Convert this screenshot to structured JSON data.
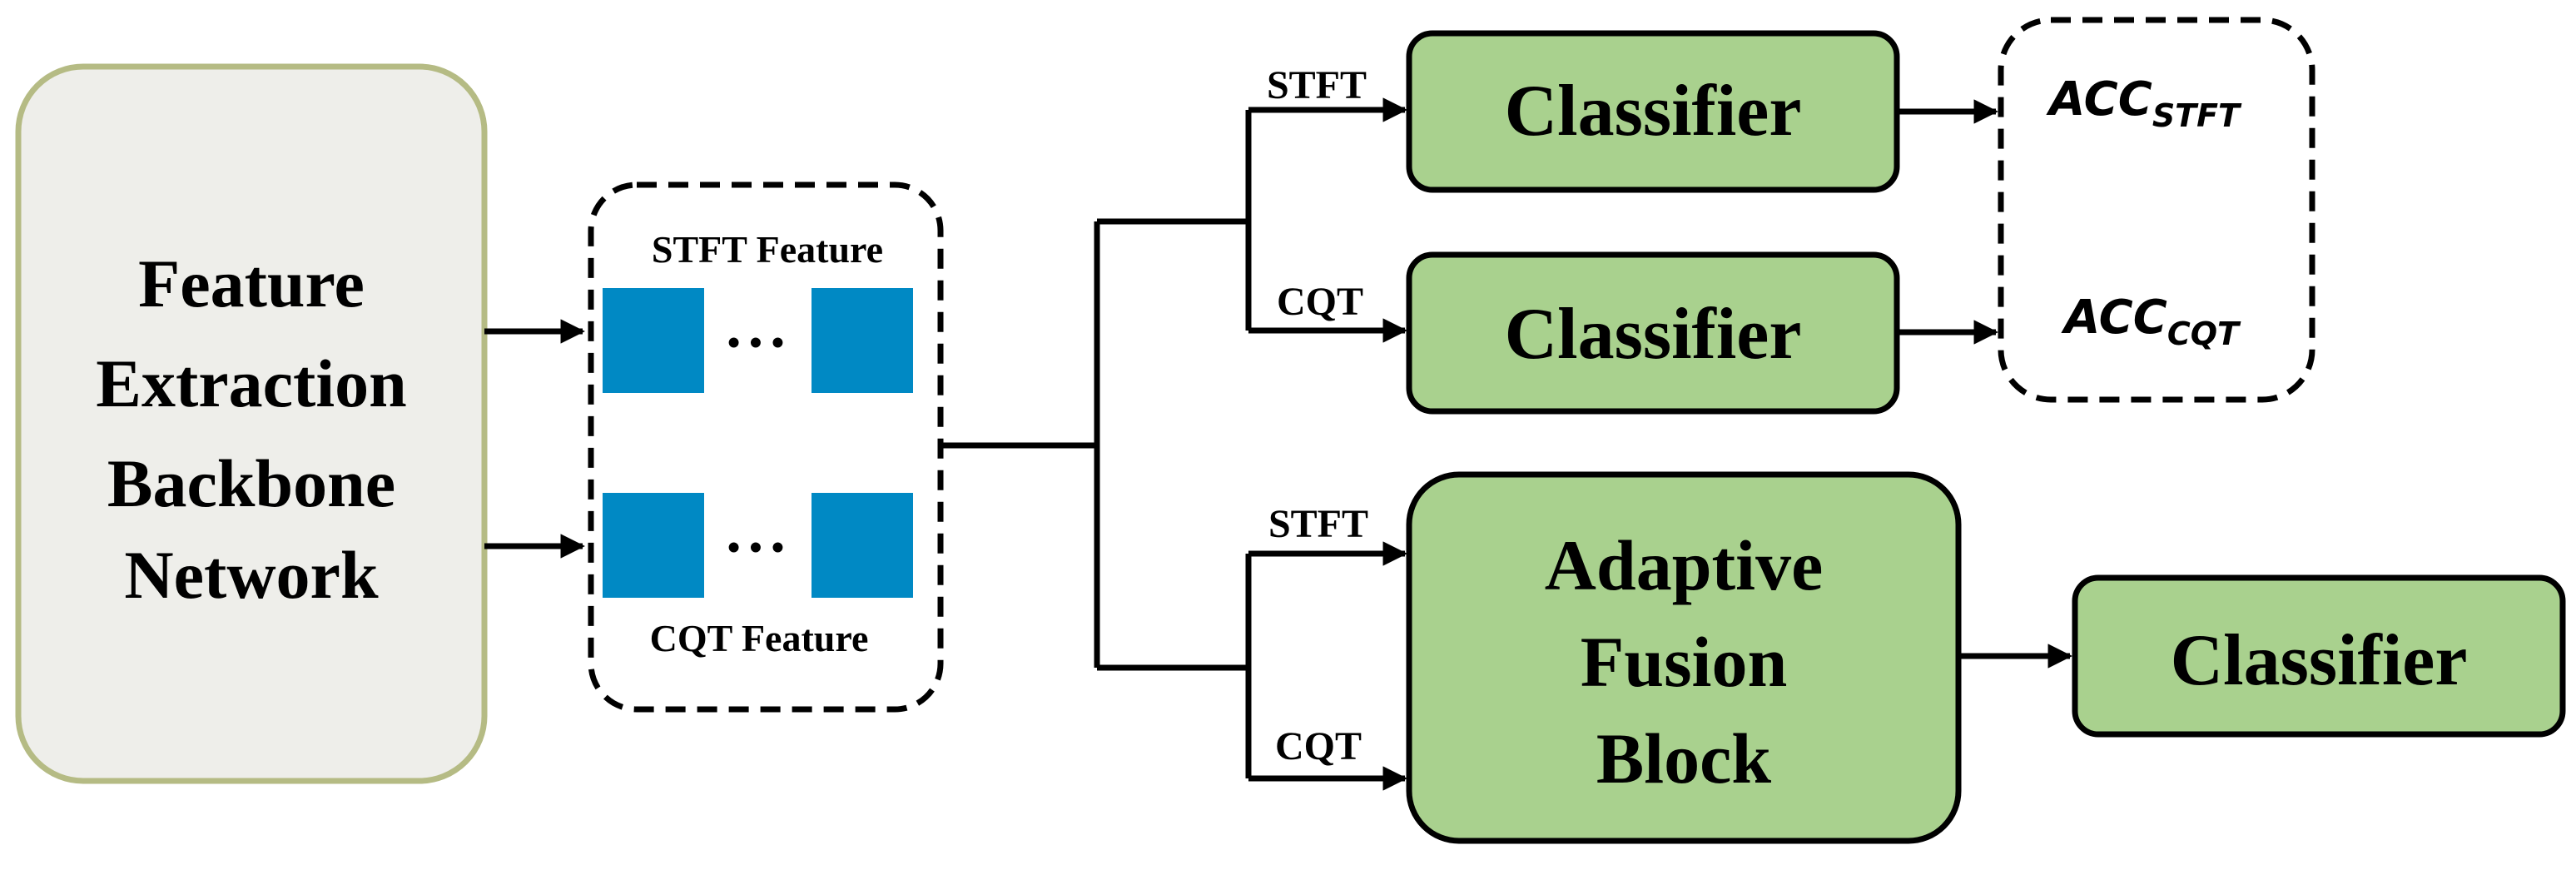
{
  "backbone": {
    "lines": [
      "Feature",
      "Extraction",
      "Backbone",
      "Network"
    ],
    "fill": "#eeeeea",
    "stroke": "#b5bb84"
  },
  "features": {
    "stft_label": "STFT Feature",
    "cqt_label": "CQT Feature",
    "ellipsis": "• • •",
    "block_color": "#0089c4"
  },
  "branches": {
    "top_stft_label": "STFT",
    "top_cqt_label": "CQT",
    "bottom_stft_label": "STFT",
    "bottom_cqt_label": "CQT"
  },
  "classifiers": {
    "stft_label": "Classifier",
    "cqt_label": "Classifier",
    "fusion_label": "Classifier",
    "fill": "#a9d18e"
  },
  "fusion_block": {
    "lines": [
      "Adaptive",
      "Fusion",
      "Block"
    ],
    "fill": "#a9d18e"
  },
  "outputs": {
    "acc_stft_base": "ACC",
    "acc_stft_sub": "STFT",
    "acc_cqt_base": "ACC",
    "acc_cqt_sub": "CQT"
  }
}
